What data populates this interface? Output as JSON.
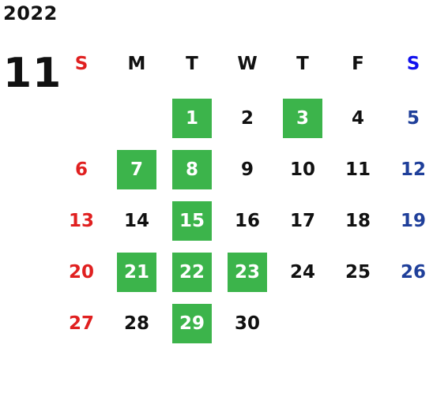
{
  "calendar": {
    "year": "2022",
    "month": "11",
    "colors": {
      "sunday": "#e02020",
      "saturday": "#1f3f9a",
      "saturday_header": "#1010ee",
      "weekday": "#111111",
      "highlight_bg": "#3cb44b",
      "highlight_text": "#ffffff"
    },
    "weekdays": [
      {
        "label": "S",
        "kind": "sunday"
      },
      {
        "label": "M",
        "kind": "weekday"
      },
      {
        "label": "T",
        "kind": "weekday"
      },
      {
        "label": "W",
        "kind": "weekday"
      },
      {
        "label": "T",
        "kind": "weekday"
      },
      {
        "label": "F",
        "kind": "weekday"
      },
      {
        "label": "S",
        "kind": "saturday_header"
      }
    ],
    "first_weekday_index": 2,
    "days_in_month": 30,
    "highlighted_days": [
      1,
      3,
      7,
      8,
      15,
      21,
      22,
      23,
      29
    ]
  }
}
